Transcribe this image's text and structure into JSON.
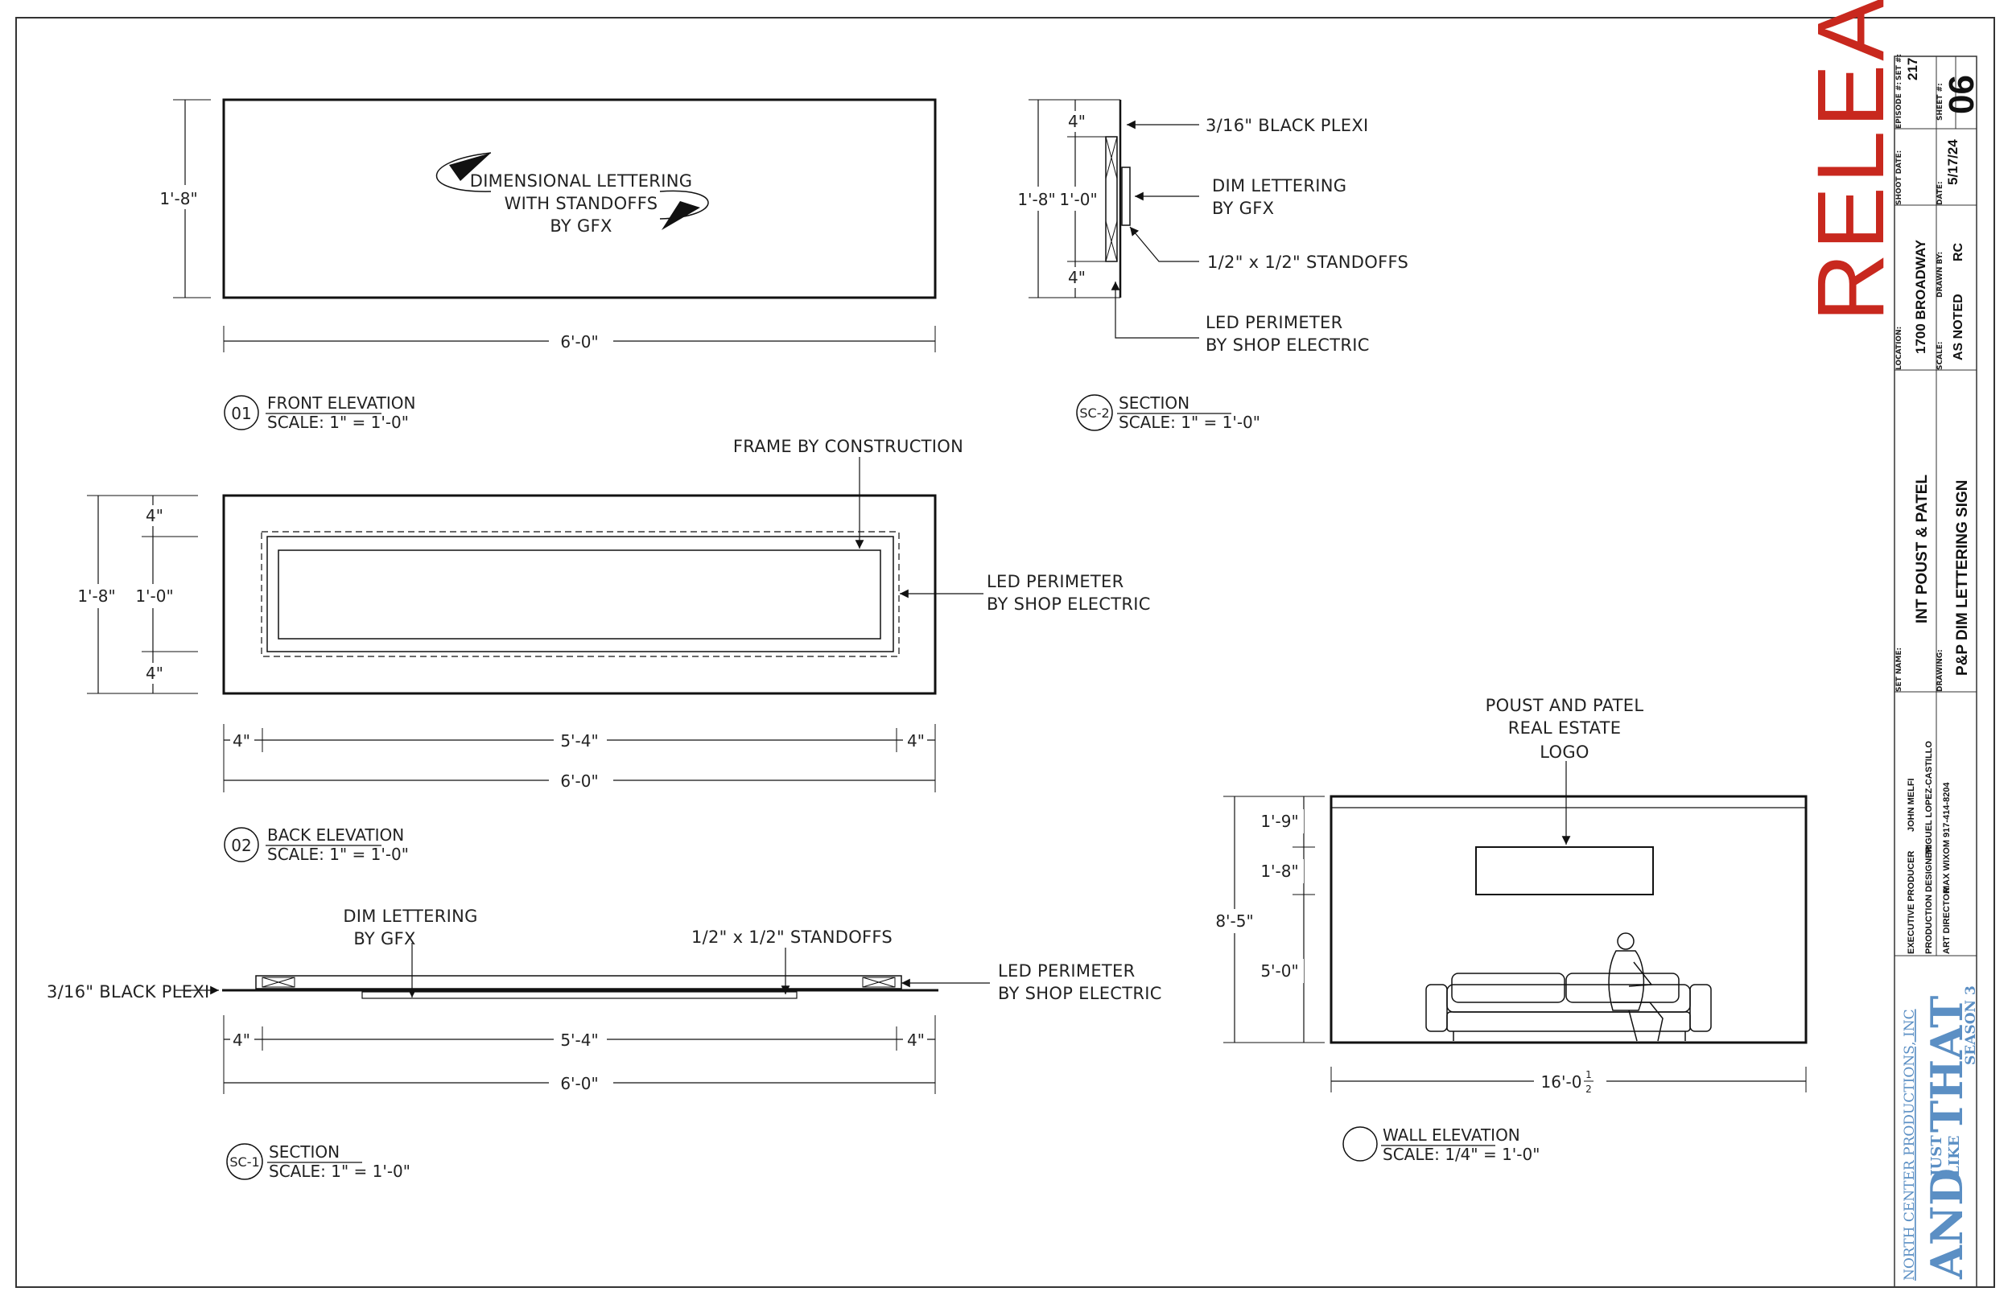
{
  "release_stamp": "RELEASE",
  "colors": {
    "release": "#c8281e",
    "show_logo": "#5b8fc4",
    "line": "#111111"
  },
  "title_block": {
    "episode_label": "EPISODE #:",
    "set_label": "SET #:",
    "set_number": "217",
    "sheet_label": "SHEET #:",
    "sheet_number": "06",
    "shoot_date_label": "SHOOT DATE:",
    "date_label": "DATE:",
    "date": "5/17/24",
    "location_label": "LOCATION:",
    "location": "1700 BROADWAY",
    "scale_label": "SCALE:",
    "scale": "AS NOTED",
    "drawn_by_label": "DRAWN BY:",
    "drawn_by": "RC",
    "set_name_label": "SET NAME:",
    "set_name": "INT POUST & PATEL",
    "drawing_label": "DRAWING:",
    "drawing": "P&P DIM LETTERING SIGN",
    "credits": [
      {
        "role": "EXECUTIVE PRODUCER",
        "name": "JOHN MELFI"
      },
      {
        "role": "PRODUCTION DESIGNER",
        "name": "MIGUEL LOPEZ-CASTILLO"
      },
      {
        "role": "ART DIRECTOR",
        "name": "MAX WIXOM 917-414-8204"
      }
    ],
    "company": "NORTH CENTER PRODUCTIONS, INC",
    "show_and": "AND",
    "show_just": "JUST",
    "show_like": "LIKE",
    "show_that": "THAT",
    "season": "SEASON 3"
  },
  "front_elevation": {
    "number": "01",
    "title": "FRONT ELEVATION",
    "scale": "SCALE: 1\" = 1'-0\"",
    "note": [
      "DIMENSIONAL LETTERING",
      "WITH STANDOFFS",
      "BY GFX"
    ],
    "height": "1'-8\"",
    "width": "6'-0\""
  },
  "section_sc2": {
    "number": "SC-2",
    "title": "SECTION",
    "scale": "SCALE: 1\" = 1'-0\"",
    "labels": {
      "plexi": "3/16\" BLACK PLEXI",
      "dim_lettering": [
        "DIM LETTERING",
        "BY GFX"
      ],
      "standoffs": "1/2\" x 1/2\" STANDOFFS",
      "led": [
        "LED PERIMETER",
        "BY SHOP ELECTRIC"
      ]
    },
    "dims": {
      "top": "4\"",
      "middle": "1'-0\"",
      "bottom": "4\"",
      "overall": "1'-8\""
    }
  },
  "back_elevation": {
    "number": "02",
    "title": "BACK ELEVATION",
    "scale": "SCALE: 1\" = 1'-0\"",
    "frame_note": "FRAME BY CONSTRUCTION",
    "led": [
      "LED PERIMETER",
      "BY SHOP ELECTRIC"
    ],
    "dims": {
      "top": "4\"",
      "middle": "1'-0\"",
      "bottom": "4\"",
      "overall": "1'-8\"",
      "left": "4\"",
      "center": "5'-4\"",
      "right": "4\"",
      "width": "6'-0\""
    }
  },
  "section_sc1": {
    "number": "SC-1",
    "title": "SECTION",
    "scale": "SCALE: 1\" = 1'-0\"",
    "labels": {
      "dim_lettering": [
        "DIM LETTERING",
        "BY GFX"
      ],
      "standoffs": "1/2\" x 1/2\" STANDOFFS",
      "plexi": "3/16\" BLACK PLEXI",
      "led": [
        "LED PERIMETER",
        "BY SHOP ELECTRIC"
      ]
    },
    "dims": {
      "left": "4\"",
      "center": "5'-4\"",
      "right": "4\"",
      "width": "6'-0\""
    }
  },
  "wall_elevation": {
    "number": "",
    "title": "WALL ELEVATION",
    "scale": "SCALE: 1/4\" = 1'-0\"",
    "logo_note": [
      "POUST AND PATEL",
      "REAL ESTATE",
      "LOGO"
    ],
    "dims": {
      "top": "1'-9\"",
      "sign": "1'-8\"",
      "bottom": "5'-0\"",
      "overall": "8'-5\"",
      "width": "16'-0",
      "width_frac_num": "1",
      "width_frac_den": "2"
    }
  }
}
